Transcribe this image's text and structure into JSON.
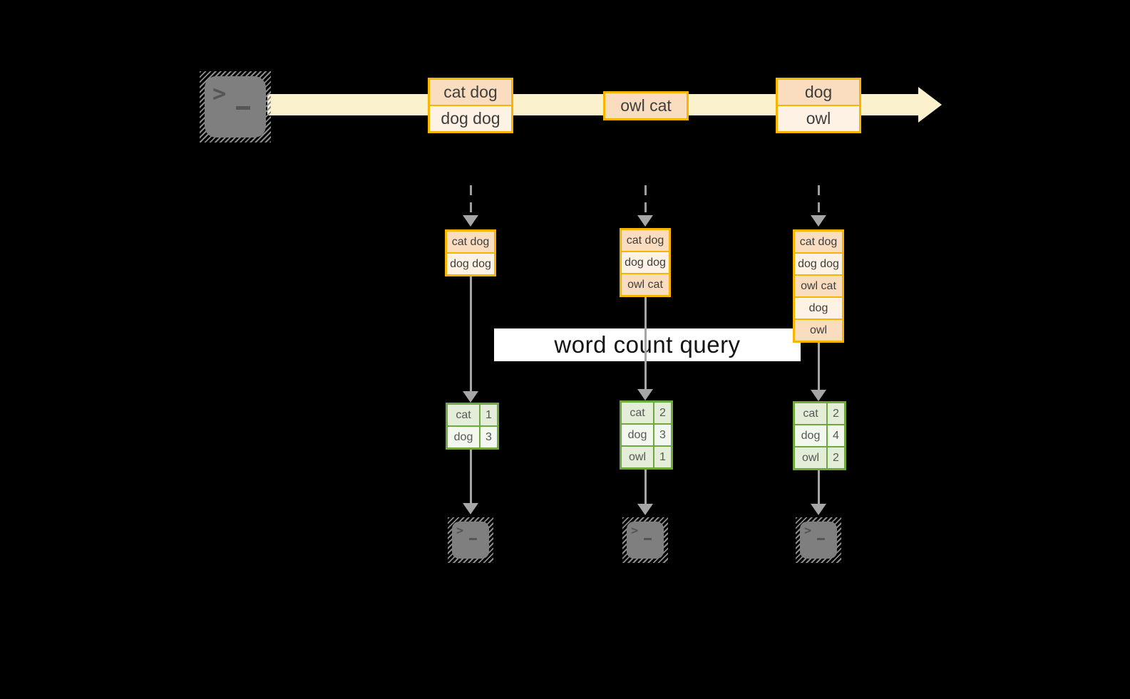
{
  "diagram": {
    "query_label": "word count query"
  },
  "colors": {
    "background": "#000000",
    "stream_fill": "#FBF1CD",
    "event_border": "#F7B500",
    "event_fill_dark": "#FADDBE",
    "event_fill_light": "#FDF2E4",
    "table_border": "#70A840",
    "table_fill_dark": "#E3EDD8",
    "table_fill_light": "#F3F8EF",
    "arrow_grey": "#A6A6A6",
    "terminal_grey": "#7F7F7F",
    "label_bg": "#FFFFFF"
  },
  "source_terminal": {
    "icon": "terminal-icon",
    "prompt": ">"
  },
  "stream": {
    "boxes": [
      {
        "rows": [
          "cat dog",
          "dog dog"
        ]
      },
      {
        "rows": [
          "owl cat"
        ]
      },
      {
        "rows": [
          "dog",
          "owl"
        ]
      }
    ]
  },
  "columns": [
    {
      "state_rows": [
        "cat dog",
        "dog dog"
      ],
      "count_table": {
        "rows": [
          {
            "word": "cat",
            "count": "1"
          },
          {
            "word": "dog",
            "count": "3"
          }
        ]
      }
    },
    {
      "state_rows": [
        "cat dog",
        "dog dog",
        "owl cat"
      ],
      "count_table": {
        "rows": [
          {
            "word": "cat",
            "count": "2"
          },
          {
            "word": "dog",
            "count": "3"
          },
          {
            "word": "owl",
            "count": "1"
          }
        ]
      }
    },
    {
      "state_rows": [
        "cat dog",
        "dog dog",
        "owl cat",
        "dog",
        "owl"
      ],
      "count_table": {
        "rows": [
          {
            "word": "cat",
            "count": "2"
          },
          {
            "word": "dog",
            "count": "4"
          },
          {
            "word": "owl",
            "count": "2"
          }
        ]
      }
    }
  ],
  "bottom_terminals": [
    {
      "icon": "terminal-icon",
      "prompt": ">"
    },
    {
      "icon": "terminal-icon",
      "prompt": ">"
    },
    {
      "icon": "terminal-icon",
      "prompt": ">"
    }
  ]
}
